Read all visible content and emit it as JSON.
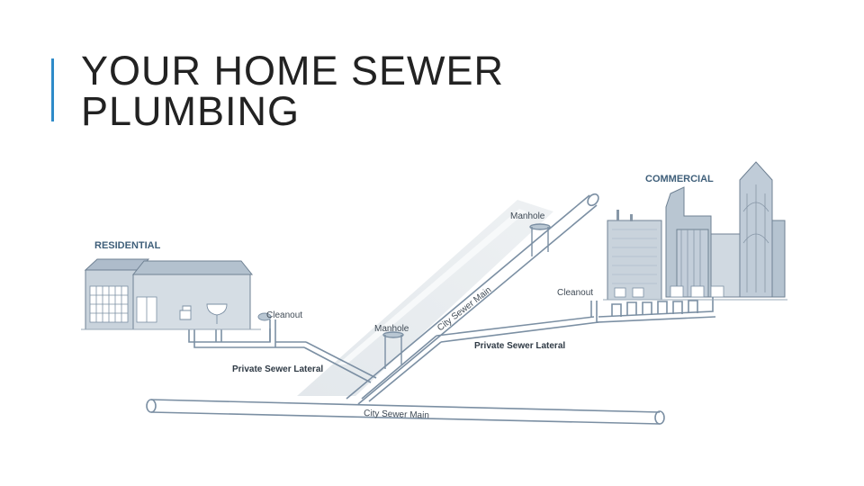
{
  "slide": {
    "title_line1": "YOUR HOME SEWER",
    "title_line2": "PLUMBING",
    "accent_color": "#2e8bc9"
  },
  "diagram": {
    "heading_residential": "RESIDENTIAL",
    "heading_commercial": "COMMERCIAL",
    "label_manhole_top": "Manhole",
    "label_manhole_mid": "Manhole",
    "label_cleanout_res": "Cleanout",
    "label_cleanout_com": "Cleanout",
    "label_private_lateral_res": "Private Sewer Lateral",
    "label_private_lateral_com": "Private Sewer Lateral",
    "label_city_main_diag": "City Sewer Main",
    "label_city_main_bottom": "City Sewer Main",
    "pipe_color": "#7b8fa3",
    "building_fill": "#c9d3dc"
  }
}
